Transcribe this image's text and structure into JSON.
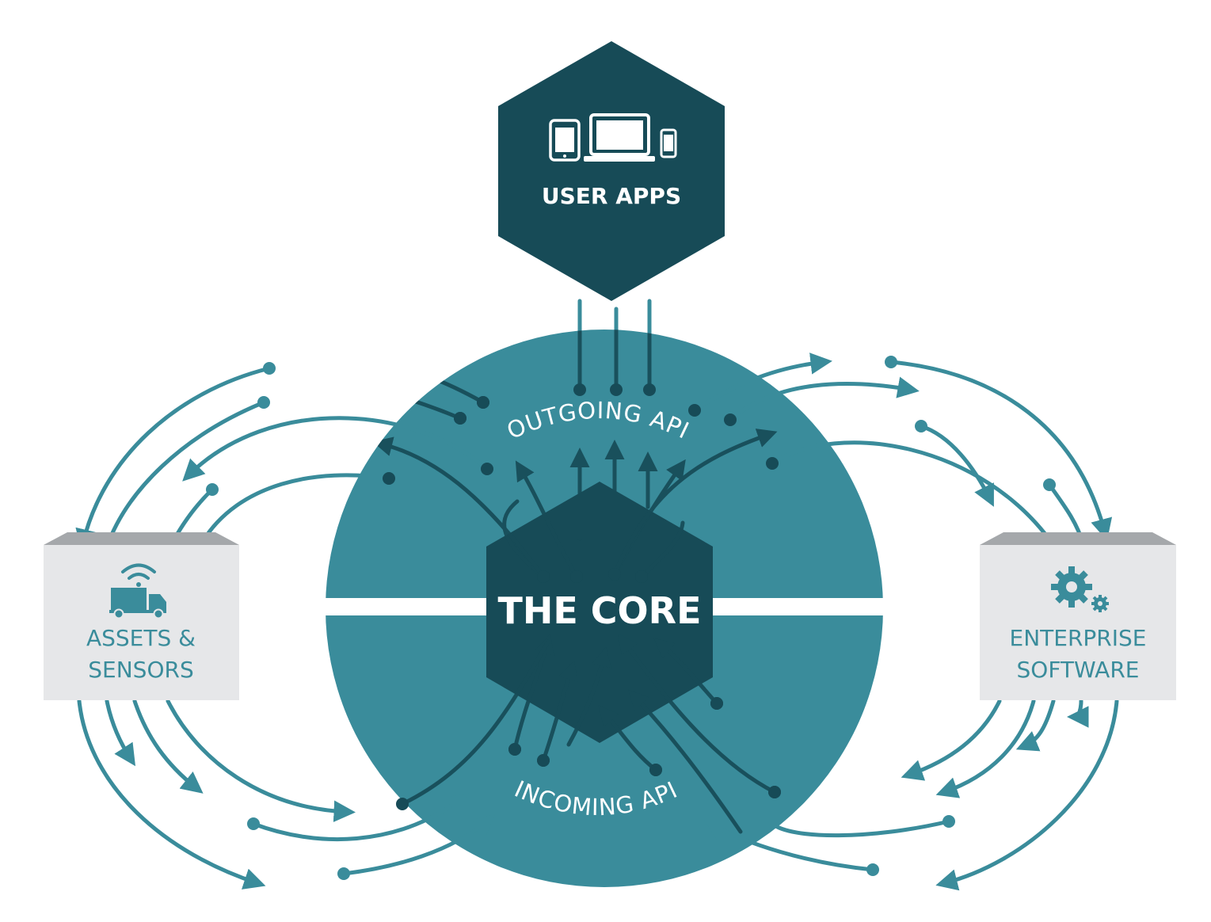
{
  "nodes": {
    "user_apps": {
      "label": "USER APPS"
    },
    "core": {
      "label": "THE CORE"
    },
    "assets": {
      "line1": "ASSETS &",
      "line2": "SENSORS"
    },
    "enterprise": {
      "line1": "ENTERPRISE",
      "line2": "SOFTWARE"
    }
  },
  "api": {
    "outgoing": "OUTGOING API",
    "incoming": "INCOMING API"
  },
  "icons": {
    "user_apps": [
      "tablet-icon",
      "laptop-icon",
      "phone-icon"
    ],
    "assets": [
      "wifi-icon",
      "truck-icon"
    ],
    "enterprise": [
      "gears-icon"
    ]
  },
  "colors": {
    "dark_teal": "#174b57",
    "teal": "#3a8c9b",
    "box_face": "#e6e7e9",
    "box_top": "#a5a8ab",
    "box_text": "#3a8c9b",
    "white": "#ffffff"
  }
}
